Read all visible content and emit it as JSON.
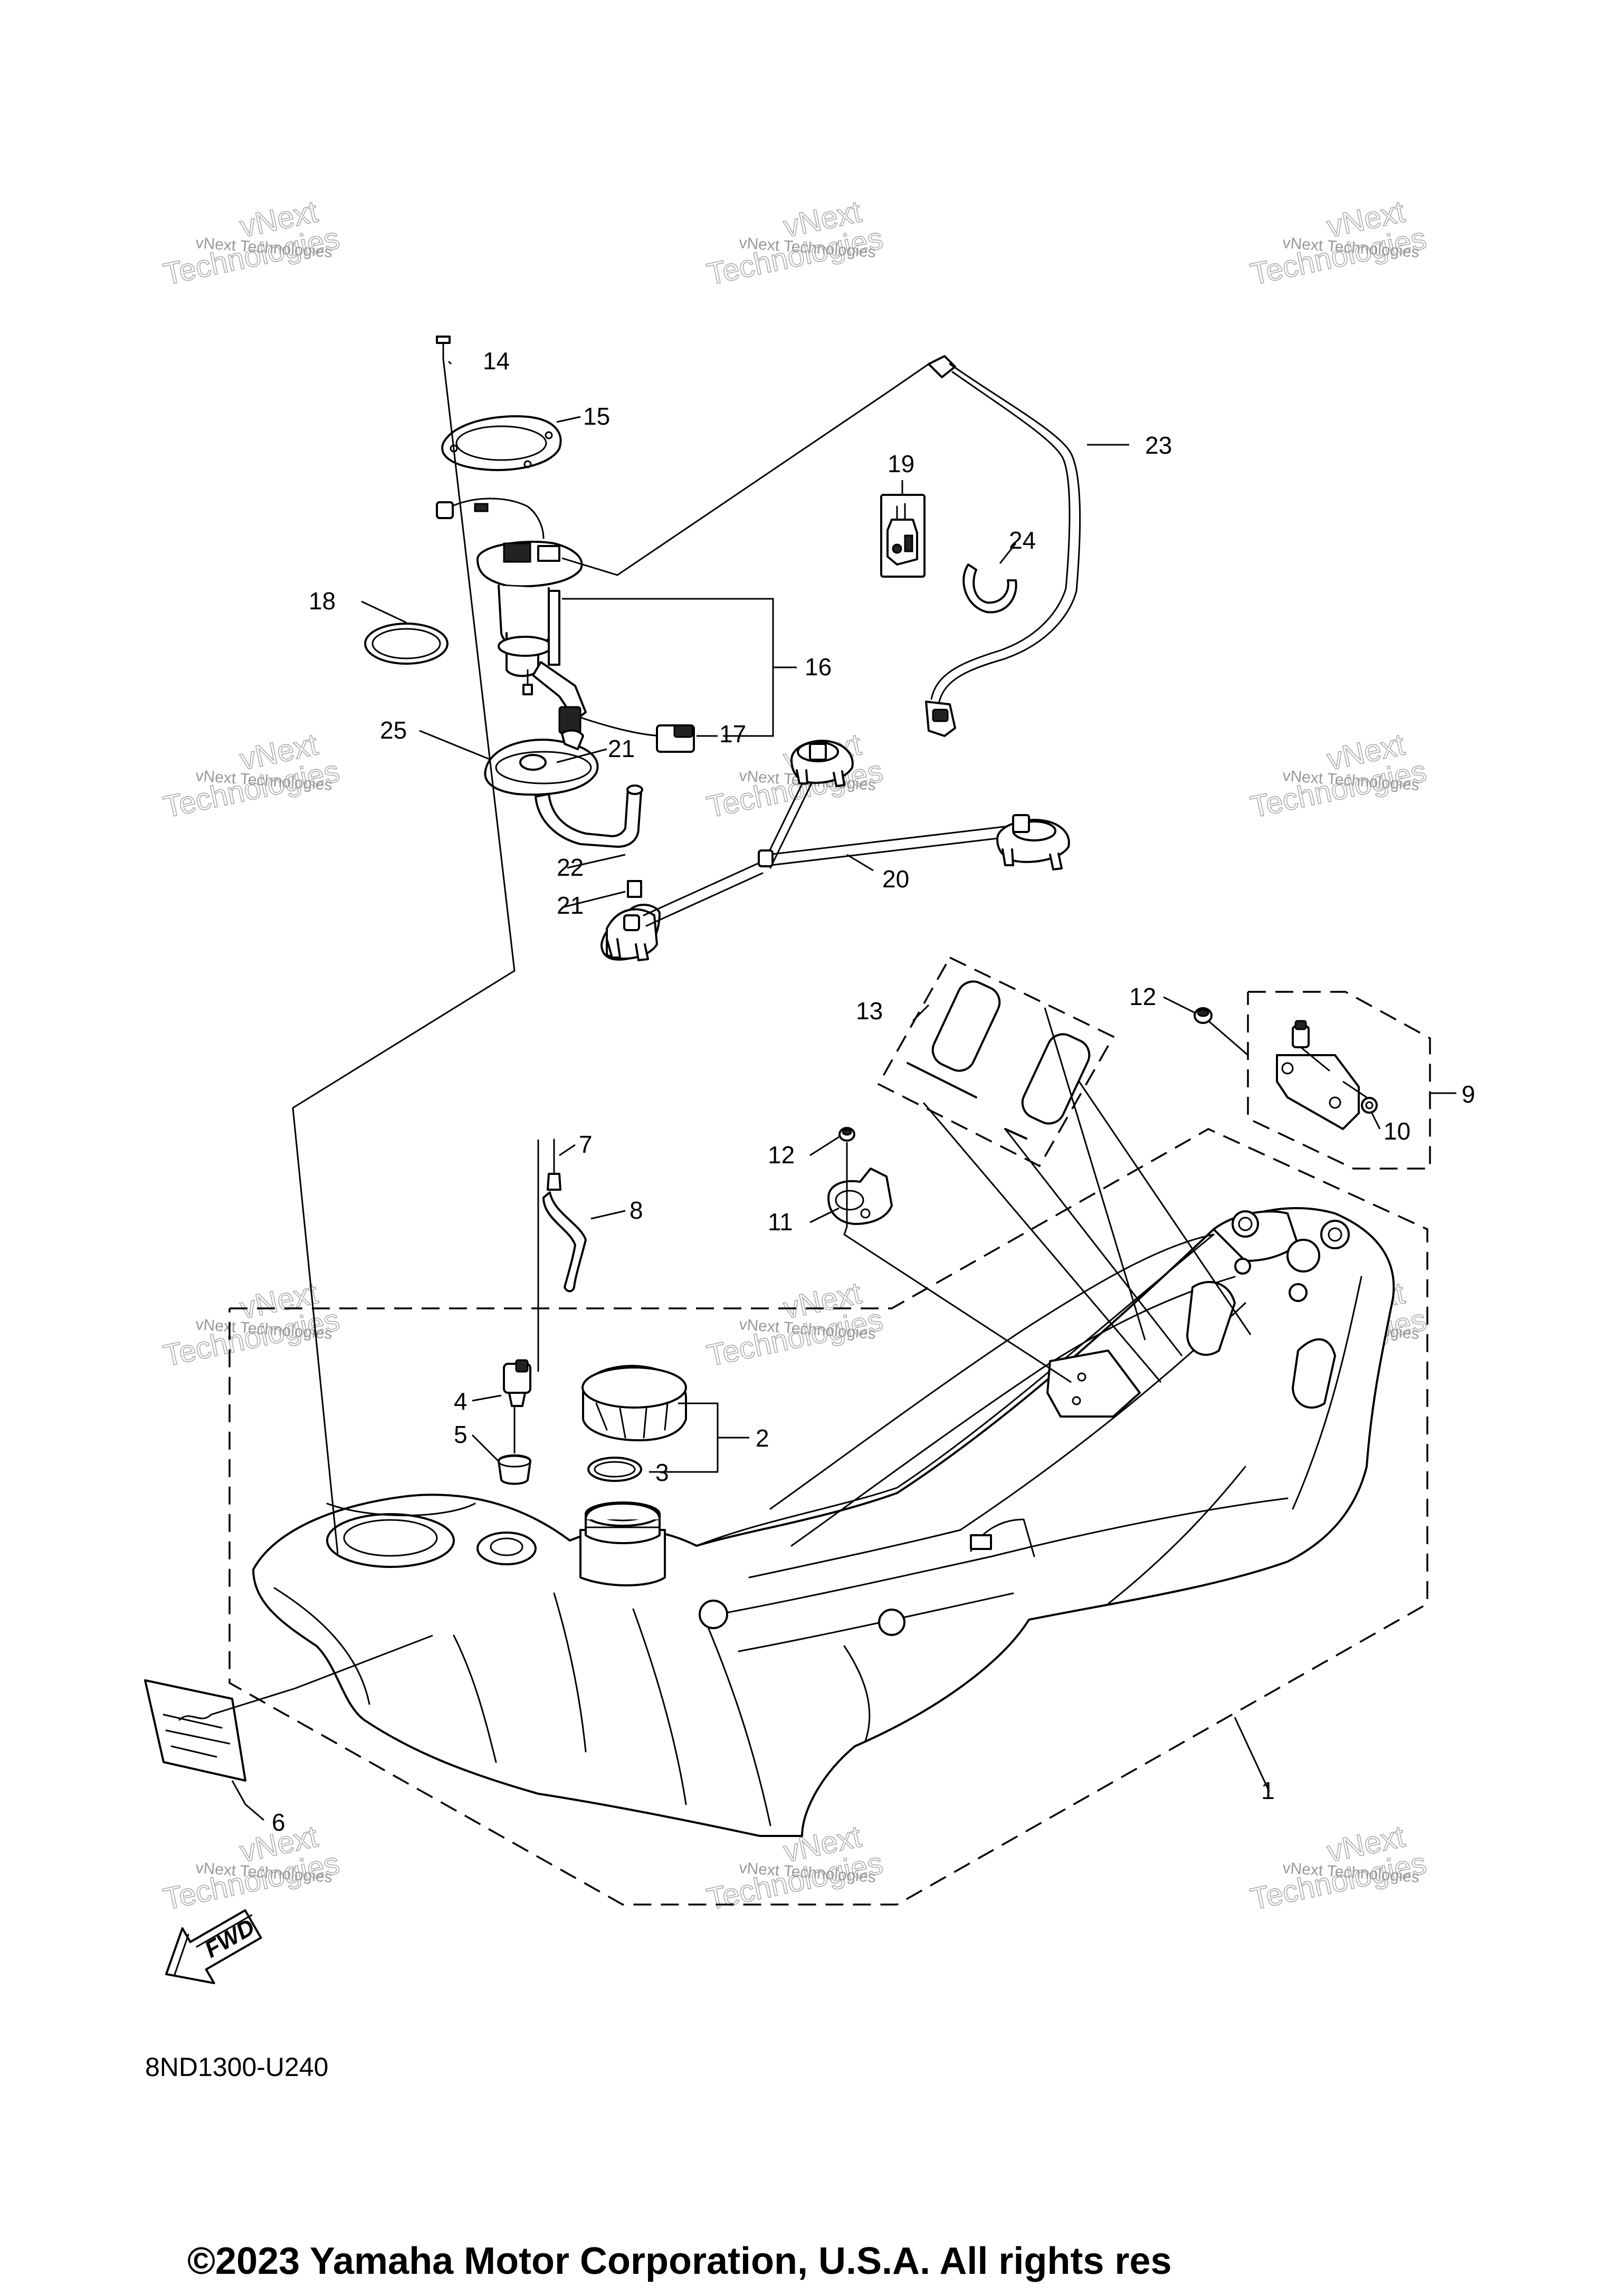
{
  "diagram_code": "8ND1300-U240",
  "copyright": "©2023 Yamaha Motor Corporation, U.S.A. All rights res",
  "fwd_label": "FWD",
  "watermark": {
    "line1": "vNext Technologies",
    "line2": "vNext",
    "line3": "Technologies"
  },
  "callouts": {
    "c1": "1",
    "c2": "2",
    "c3": "3",
    "c4": "4",
    "c5": "5",
    "c6": "6",
    "c7": "7",
    "c8": "8",
    "c9": "9",
    "c10": "10",
    "c11": "11",
    "c12a": "12",
    "c12b": "12",
    "c13": "13",
    "c14": "14",
    "c15": "15",
    "c16": "16",
    "c17": "17",
    "c18": "18",
    "c19": "19",
    "c20": "20",
    "c21a": "21",
    "c21b": "21",
    "c22": "22",
    "c23": "23",
    "c24": "24",
    "c25": "25"
  }
}
